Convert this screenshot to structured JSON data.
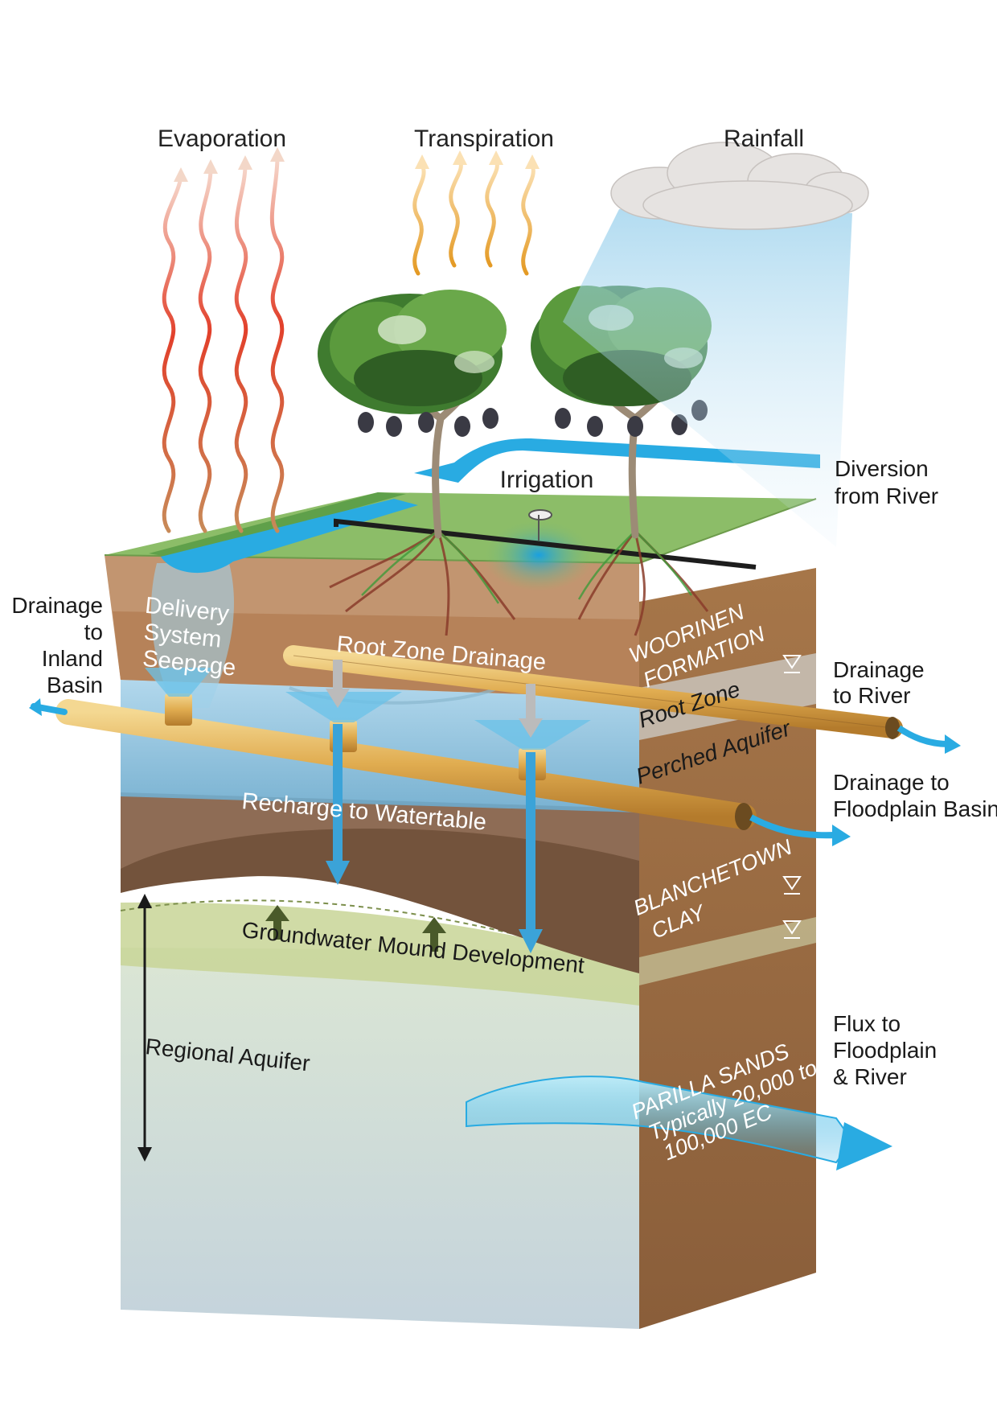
{
  "labels": {
    "evaporation": "Evaporation",
    "transpiration": "Transpiration",
    "rainfall": "Rainfall",
    "irrigation": "Irrigation",
    "diversion_line1": "Diversion",
    "diversion_line2": "from River",
    "drainage_inland_1": "Drainage",
    "drainage_inland_2": "to",
    "drainage_inland_3": "Inland",
    "drainage_inland_4": "Basin",
    "delivery_1": "Delivery",
    "delivery_2": "System",
    "delivery_3": "Seepage",
    "root_zone_drainage": "Root Zone Drainage",
    "woorinen_1": "WOORINEN",
    "woorinen_2": "FORMATION",
    "root_zone": "Root Zone",
    "perched_aquifer": "Perched Aquifer",
    "drainage_river_1": "Drainage",
    "drainage_river_2": "to River",
    "drainage_floodplain_1": "Drainage to",
    "drainage_floodplain_2": "Floodplain Basin",
    "recharge": "Recharge to Watertable",
    "blanchetown_1": "BLANCHETOWN",
    "blanchetown_2": "CLAY",
    "groundwater_mound": "Groundwater Mound Development",
    "regional_aquifer": "Regional Aquifer",
    "parilla_1": "PARILLA SANDS",
    "parilla_2": "Typically 20,000 to",
    "parilla_3": "100,000 EC",
    "flux_1": "Flux to",
    "flux_2": "Floodplain",
    "flux_3": "& River"
  },
  "colors": {
    "ground_green": "#8cbd68",
    "soil_brown": "#b8865a",
    "perched_blue": "#8fc3de",
    "clay_brown": "#6e4e38",
    "mound_green": "#c8d596",
    "aquifer_blue": "#c6d6df",
    "water_blue": "#29abe2",
    "pipe_gold": "#e1b25a",
    "evap_red": "#e2402b",
    "transp_orange": "#eaa22d"
  }
}
